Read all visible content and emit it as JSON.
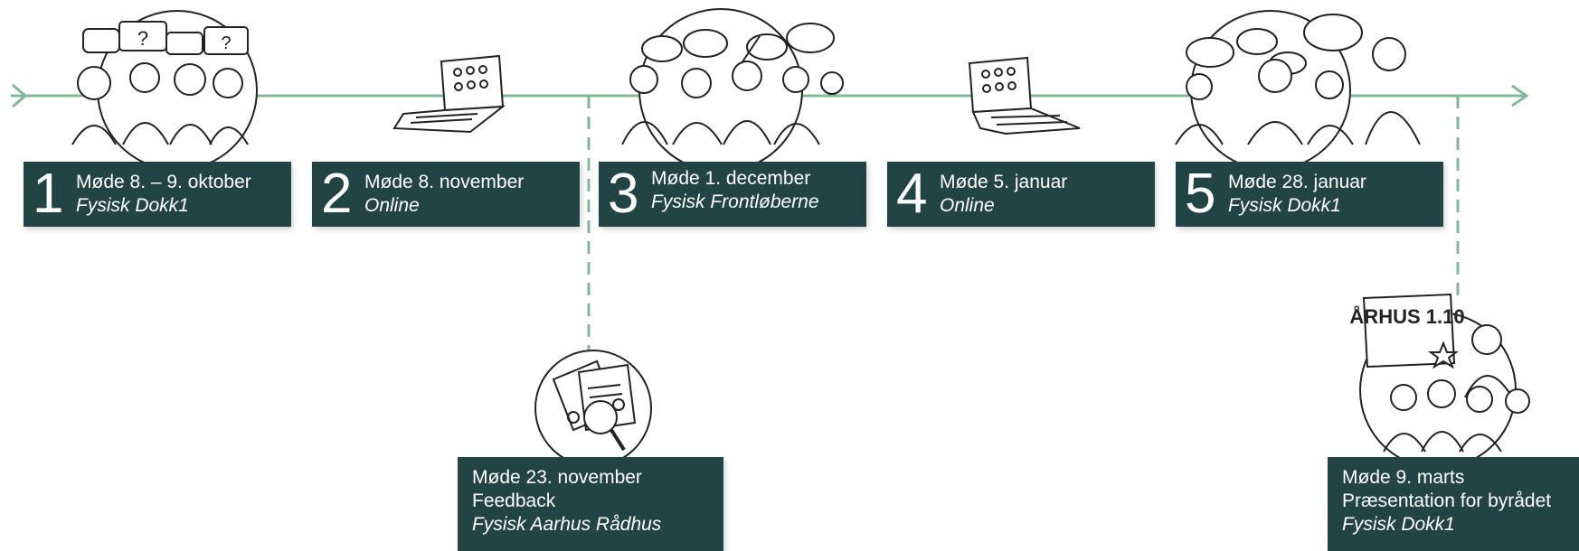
{
  "colors": {
    "box_bg": "#234444",
    "line": "#7fb99a",
    "ink": "#222222"
  },
  "meetings": [
    {
      "number": "1",
      "title": "Møde 8. – 9. oktober",
      "location": "Fysisk Dokk1",
      "illustration": "group-discussion-speech-bubbles-icon"
    },
    {
      "number": "2",
      "title": "Møde 8. november",
      "location": "Online",
      "illustration": "laptop-video-call-icon"
    },
    {
      "number": "3",
      "title": "Møde 1. december",
      "location": "Fysisk Frontløberne",
      "illustration": "group-discussion-speech-bubbles-icon"
    },
    {
      "number": "4",
      "title": "Møde 5. januar",
      "location": "Online",
      "illustration": "laptop-video-call-icon"
    },
    {
      "number": "5",
      "title": "Møde 28. januar",
      "location": "Fysisk Dokk1",
      "illustration": "group-discussion-speech-bubbles-icon"
    }
  ],
  "feedback_meeting": {
    "title": "Møde 23. november",
    "subtitle": "Feedback",
    "location": "Fysisk  Aarhus Rådhus",
    "illustration": "documents-magnifier-icon"
  },
  "final_meeting": {
    "title": "Møde 9. marts",
    "subtitle": "Præsentation for byrådet",
    "location": "Fysisk  Dokk1",
    "illustration": "presentation-aarhus-sign-icon",
    "sign_text": "ÅRHUS 1.10"
  }
}
